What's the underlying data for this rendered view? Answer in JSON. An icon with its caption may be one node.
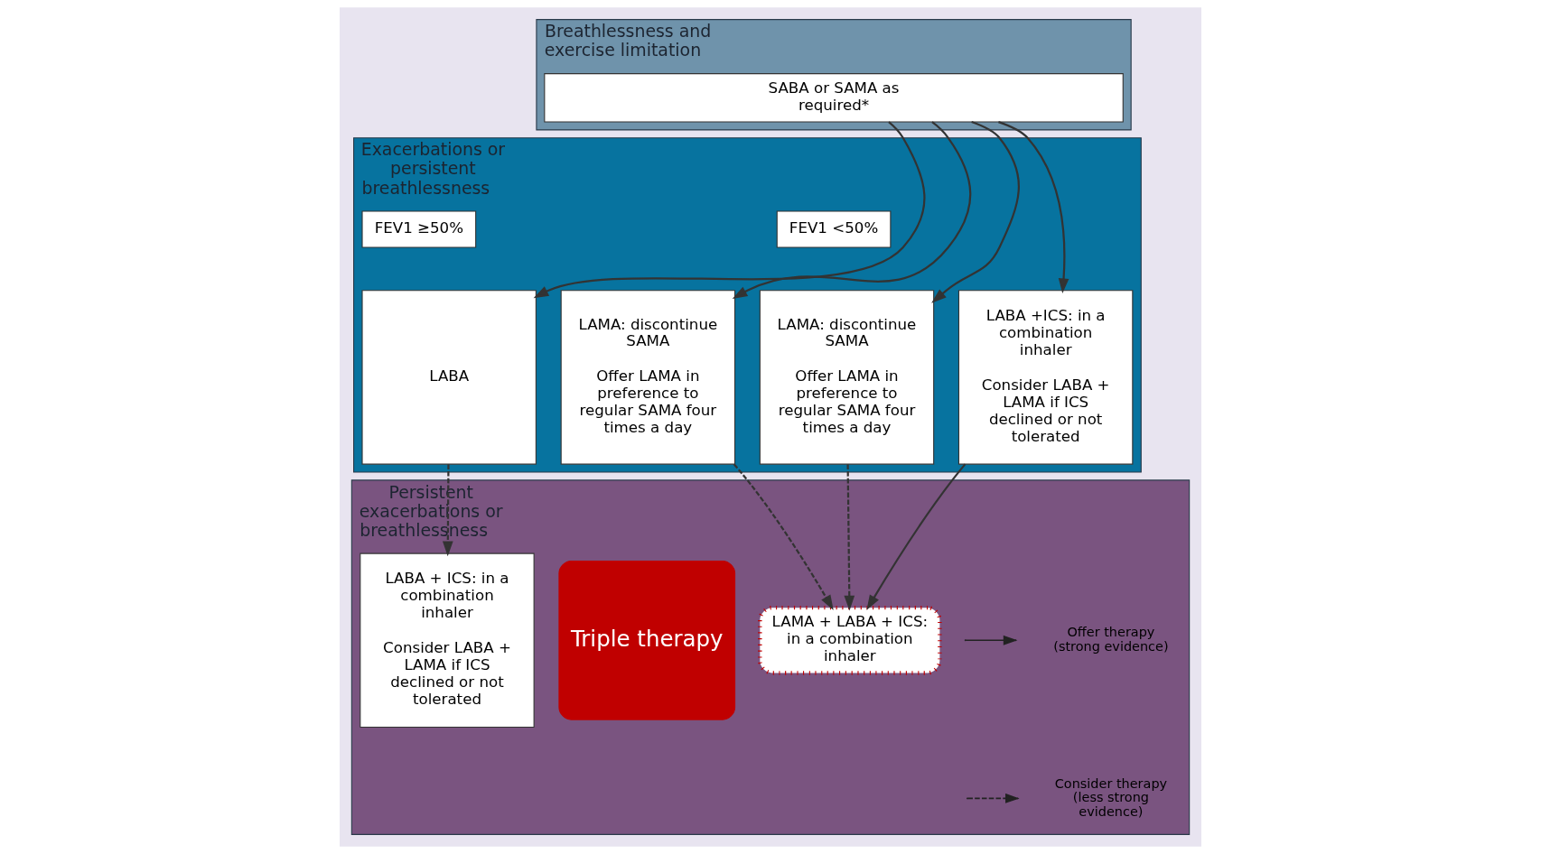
{
  "diagram": {
    "nodes": [
      {
        "text": [
          "Breathlessness and exercise limitation"
        ]
      },
      {
        "text": [
          "SABA or SAMA as required*"
        ],
        "in": 0
      },
      {
        "text": [
          "Exacerbations or persistent breathlessness"
        ]
      },
      {
        "text": [
          "FEV1 ≥50%"
        ],
        "in": 2
      },
      {
        "text": [
          "FEV1 <50%"
        ],
        "in": 2
      },
      {
        "text": [
          "LABA"
        ],
        "in": 2
      },
      {
        "text": [
          "LAMA: discontinue SAMA",
          "Offer LAMA in preference to regular SAMA four times a day"
        ],
        "in": 2
      },
      {
        "text": [
          "LABA +ICS: in a combination inhaler",
          "Consider LABA + LAMA if ICS declined or not tolerated"
        ],
        "in": 2
      },
      {
        "text": [
          "LAMA: discontinue SAMA",
          "Offer LAMA in preference to regular SAMA four times a day"
        ],
        "in": 2
      },
      {
        "text": [
          "Persistent exacerbations or breathlessness"
        ]
      },
      {
        "text": [
          "LABA + ICS: in a combination inhaler",
          "Consider LABA + LAMA if ICS declined or not tolerated"
        ],
        "in": 9
      },
      {
        "text": [
          "Triple therapy"
        ],
        "in": 9
      },
      {
        "text": [
          "LAMA + LABA + ICS: in a combination inhaler"
        ],
        "in": 9
      }
    ],
    "edges": [
      {
        "from": 1,
        "to": 5,
        "arrow": "to"
      },
      {
        "from": 1,
        "to": 6,
        "arrow": "to"
      },
      {
        "from": 1,
        "to": 7,
        "arrow": "to"
      },
      {
        "from": 1,
        "to": 8,
        "arrow": "to"
      },
      {
        "from": 5,
        "to": 10,
        "arrow": "to",
        "style": "dashed"
      },
      {
        "from": 6,
        "to": 12,
        "arrow": "to",
        "style": "dashed"
      },
      {
        "from": 7,
        "to": 12,
        "arrow": "to"
      },
      {
        "from": 8,
        "to": 12,
        "arrow": "to",
        "style": "dashed"
      }
    ],
    "legend": [
      {
        "text": "Offer therapy (strong evidence)"
      },
      {
        "text": "Consider therapy (less strong evidence)"
      }
    ]
  }
}
